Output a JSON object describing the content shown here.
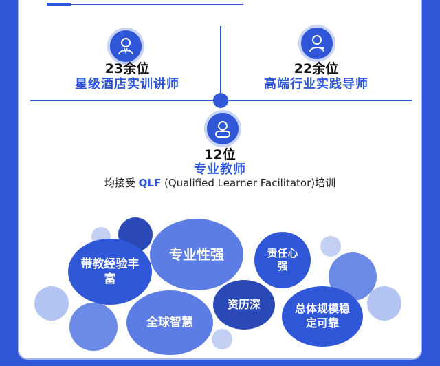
{
  "stats": [
    {
      "number": "23余位",
      "label": "星级酒店实训讲师",
      "icon": "teacher-icon"
    },
    {
      "number": "22余位",
      "label": "高端行业实践导师",
      "icon": "mentor-icon"
    },
    {
      "number": "12位",
      "label": "专业教师",
      "icon": "person-icon"
    }
  ],
  "description": {
    "prefix": "均接受 ",
    "highlight": "QLF",
    "suffix": " (Qualified Learner Facilitator)培训"
  },
  "bubbles": {
    "b1": "专业性强",
    "b2": "责任心强",
    "b3": "带教经验丰富",
    "b4": "资历深",
    "b5": "全球智慧",
    "b6": "总体规模稳定可靠"
  },
  "colors": {
    "primary": "#2f57d8",
    "accent": "#c9d4f7"
  }
}
